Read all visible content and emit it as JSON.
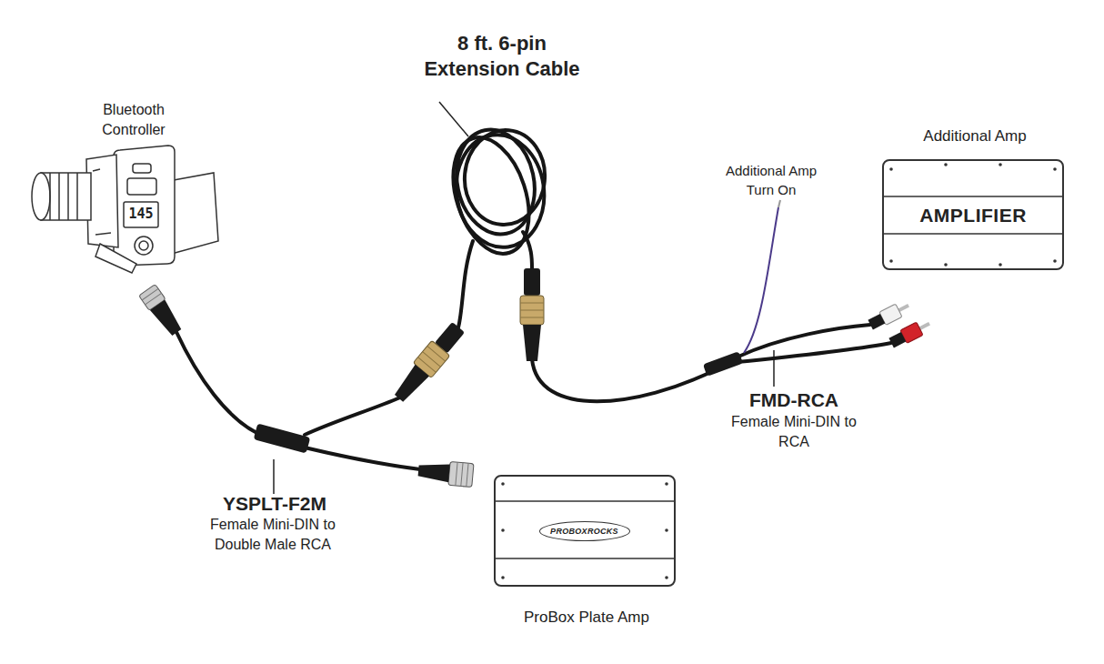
{
  "diagram": {
    "nodes": [
      {
        "text": [
          "Bluetooth Controller"
        ]
      },
      {
        "text": [
          "Additional Amp",
          "AMPLIFIER"
        ]
      },
      {
        "text": [
          "ProBox Plate Amp"
        ]
      },
      {
        "text": [
          "PROBOXROCKS"
        ],
        "in": 2
      }
    ],
    "labels": [
      "145",
      "8 ft. 6-pin Extension Cable",
      "Additional Amp Turn On",
      "FMD-RCA",
      "Female Mini-DIN to RCA",
      "YSPLT-F2M",
      "Female Mini-DIN to Double Male RCA"
    ]
  }
}
